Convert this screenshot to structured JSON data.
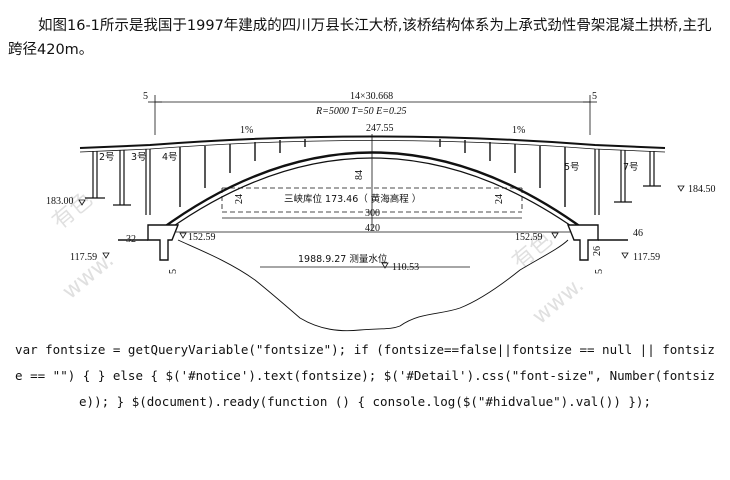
{
  "intro_text": "如图16-1所示是我国于1997年建成的四川万县长江大桥,该桥结构体系为上承式劲性骨架混凝土拱桥,主孔跨径420m。",
  "diagram": {
    "span_note": "14×30.668",
    "params": "R=5000   T=50   E=0.25",
    "crown_elev": "247.55",
    "slope_left": "1%",
    "slope_right": "1%",
    "dim_five_left": "5",
    "dim_five_right": "5",
    "pier_2": "2号",
    "pier_3": "3号",
    "pier_4": "4号",
    "pier_5": "5号",
    "pier_7": "7号",
    "rise": "84",
    "water_level": "三峡库位 173.46（ 黄海高程 ）",
    "dim_24_left": "24",
    "dim_24_right": "24",
    "span_300": "300",
    "span_420": "420",
    "elev_183": "183.00",
    "elev_184": "184.50",
    "elev_152_left": "152.59",
    "elev_152_right": "152.59",
    "elev_117_left": "117.59",
    "elev_117_right": "117.59",
    "dim_32": "32",
    "dim_46": "46",
    "dim_26": "26",
    "dim_5_bottom_left": "5",
    "dim_5_bottom_right": "5",
    "measured_water": "1988.9.27 测量水位",
    "measured_elev": "110.53",
    "watermark_1": "有色",
    "watermark_2": "www.",
    "watermark_3": "有色",
    "watermark_4": "www."
  },
  "code_text": "var fontsize = getQueryVariable(\"fontsize\"); if (fontsize==false||fontsize == null || fontsize == \"\") { } else { $('#notice').text(fontsize); $('#Detail').css(\"font-size\", Number(fontsize)); } $(document).ready(function () { console.log($(\"#hidvalue\").val()) });"
}
